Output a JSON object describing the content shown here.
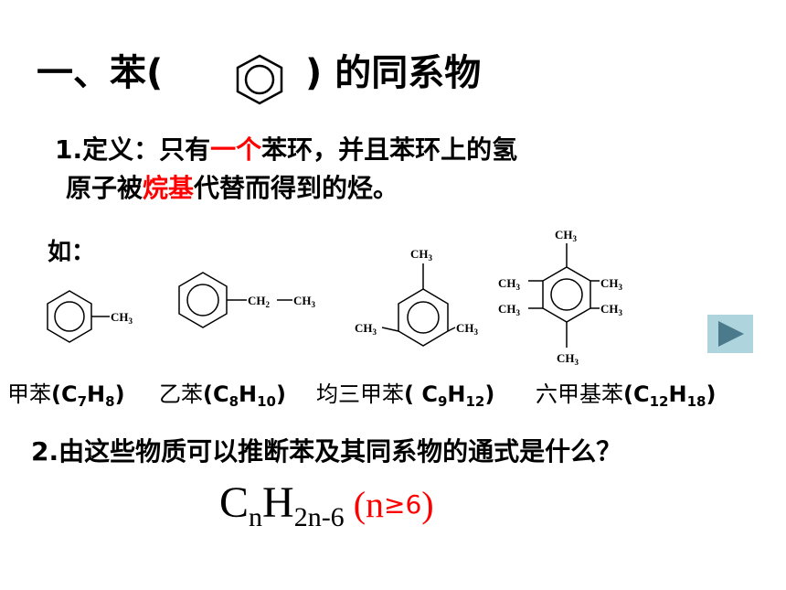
{
  "title": {
    "prefix": "一、苯(",
    "suffix": ") 的同系物",
    "benzene_icon": "benzene-ring-icon"
  },
  "definition": {
    "line1_a": "1.定义：只有",
    "line1_b": "一个",
    "line1_c": "苯环，并且苯环上的氢",
    "line2_a": "原子被",
    "line2_b": "烷基",
    "line2_c": "代替而得到的烃。"
  },
  "example_label": "如：",
  "structures": {
    "ch3": "CH",
    "three": "3",
    "ch2": "CH",
    "two": "2"
  },
  "compounds": [
    {
      "name": "甲苯",
      "formula": [
        [
          "(C",
          ""
        ],
        [
          "7",
          "sub"
        ],
        [
          "H",
          ""
        ],
        [
          "8",
          "sub"
        ],
        [
          ")",
          ""
        ]
      ]
    },
    {
      "name": "乙苯",
      "formula": [
        [
          "(C",
          ""
        ],
        [
          "8",
          "sub"
        ],
        [
          "H",
          ""
        ],
        [
          "10",
          "sub"
        ],
        [
          ")",
          ""
        ]
      ]
    },
    {
      "name": "均三甲苯",
      "formula": [
        [
          "( C",
          ""
        ],
        [
          "9",
          "sub"
        ],
        [
          "H",
          ""
        ],
        [
          "12",
          "sub"
        ],
        [
          ")",
          ""
        ]
      ]
    },
    {
      "name": "六甲基苯",
      "formula": [
        [
          "(C",
          ""
        ],
        [
          "12",
          "sub"
        ],
        [
          "H",
          ""
        ],
        [
          "18",
          "sub"
        ],
        [
          ")",
          ""
        ]
      ]
    }
  ],
  "question": "2.由这些物质可以推断苯及其同系物的通式是什么？",
  "answer": {
    "c": "C",
    "n": "n",
    "h": "H",
    "sub": "2n-6",
    "cond_open": " (n",
    "ge": "≥6",
    "cond_close": ")"
  },
  "colors": {
    "highlight": "#ff0000",
    "play_button_bg": "#aed4de",
    "play_button_arrow": "#4a7a8c"
  },
  "nav": {
    "play_icon": "play-triangle-icon"
  }
}
